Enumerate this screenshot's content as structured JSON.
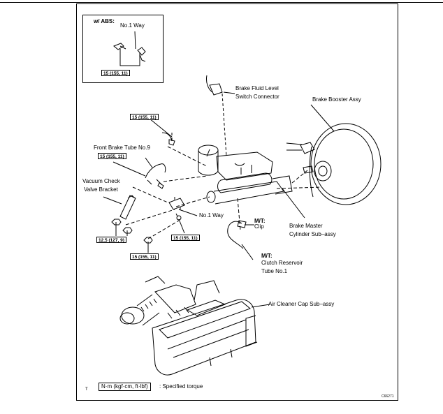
{
  "inset": {
    "title": "w/ ABS:",
    "no1_way": "No.1 Way",
    "torque": "15 (155, 11)"
  },
  "labels": {
    "brake_fluid_level_1": "Brake Fluid Level",
    "brake_fluid_level_2": "Switch Connector",
    "brake_booster": "Brake Booster Assy",
    "front_brake_tube": "Front Brake Tube No.9",
    "vacuum_check_1": "Vacuum Check",
    "vacuum_check_2": "Valve Bracket",
    "no1_way": "No.1 Way",
    "mt_clip_1": "M/T:",
    "mt_clip_2": "Clip",
    "brake_master_1": "Brake Master",
    "brake_master_2": "Cylinder Sub–assy",
    "mt_clutch_1": "M/T:",
    "mt_clutch_2": "Clutch Reservoir",
    "mt_clutch_3": "Tube No.1",
    "air_cleaner": "Air Cleaner Cap Sub–assy"
  },
  "torques": {
    "t1": "15 (155, 11)",
    "t2": "15 (155, 11)",
    "t3": "12.5 (127, 9)",
    "t4": "15 (155, 11)",
    "t5": "15 (155, 11)"
  },
  "footer": {
    "marker": "T",
    "legend_unit": "N·m (kgf·cm, ft·lbf)",
    "legend_text": ": Specified torque",
    "figure_code": "C66271"
  }
}
